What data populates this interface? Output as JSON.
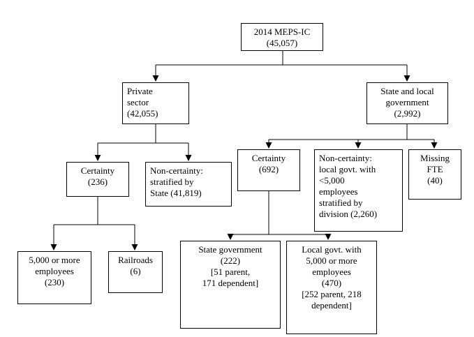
{
  "diagram": {
    "kind": "flowchart",
    "root_label": "2014 MEPS-IC",
    "root_value": "45,057",
    "nodes": {
      "root": {
        "text": "2014 MEPS-IC\n(45,057)"
      },
      "private_sector": {
        "text": "Private\nsector\n(42,055)"
      },
      "state_local_govt": {
        "text": "State and local\ngovernment\n(2,992)"
      },
      "private_certainty": {
        "text": "Certainty\n(236)"
      },
      "private_noncertainty": {
        "text": "Non-certainty:\nstratified by\nState (41,819)"
      },
      "govt_certainty": {
        "text": "Certainty\n(692)"
      },
      "govt_noncertainty": {
        "text": "Non-certainty:\nlocal govt. with\n<5,000\nemployees\nstratified by\ndivision (2,260)"
      },
      "missing_fte": {
        "text": "Missing\nFTE\n(40)"
      },
      "employees_5000_plus": {
        "text": "5,000 or more\nemployees\n(230)"
      },
      "railroads": {
        "text": "Railroads\n(6)"
      },
      "state_government": {
        "text": "State government\n(222)\n[51 parent,\n171 dependent]"
      },
      "local_govt_5000_plus": {
        "text": "Local govt. with\n5,000 or more\nemployees\n(470)\n[252 parent, 218\ndependent]"
      }
    },
    "edges": [
      {
        "from": "root",
        "to": "private_sector"
      },
      {
        "from": "root",
        "to": "state_local_govt"
      },
      {
        "from": "private_sector",
        "to": "private_certainty"
      },
      {
        "from": "private_sector",
        "to": "private_noncertainty"
      },
      {
        "from": "private_certainty",
        "to": "employees_5000_plus"
      },
      {
        "from": "private_certainty",
        "to": "railroads"
      },
      {
        "from": "state_local_govt",
        "to": "govt_certainty"
      },
      {
        "from": "state_local_govt",
        "to": "govt_noncertainty"
      },
      {
        "from": "state_local_govt",
        "to": "missing_fte"
      },
      {
        "from": "govt_certainty",
        "to": "state_government"
      },
      {
        "from": "govt_certainty",
        "to": "local_govt_5000_plus"
      }
    ],
    "colors": {
      "line": "#000000",
      "box_border": "#000000",
      "box_fill": "#ffffff",
      "text": "#000000",
      "background": "#ffffff"
    }
  }
}
